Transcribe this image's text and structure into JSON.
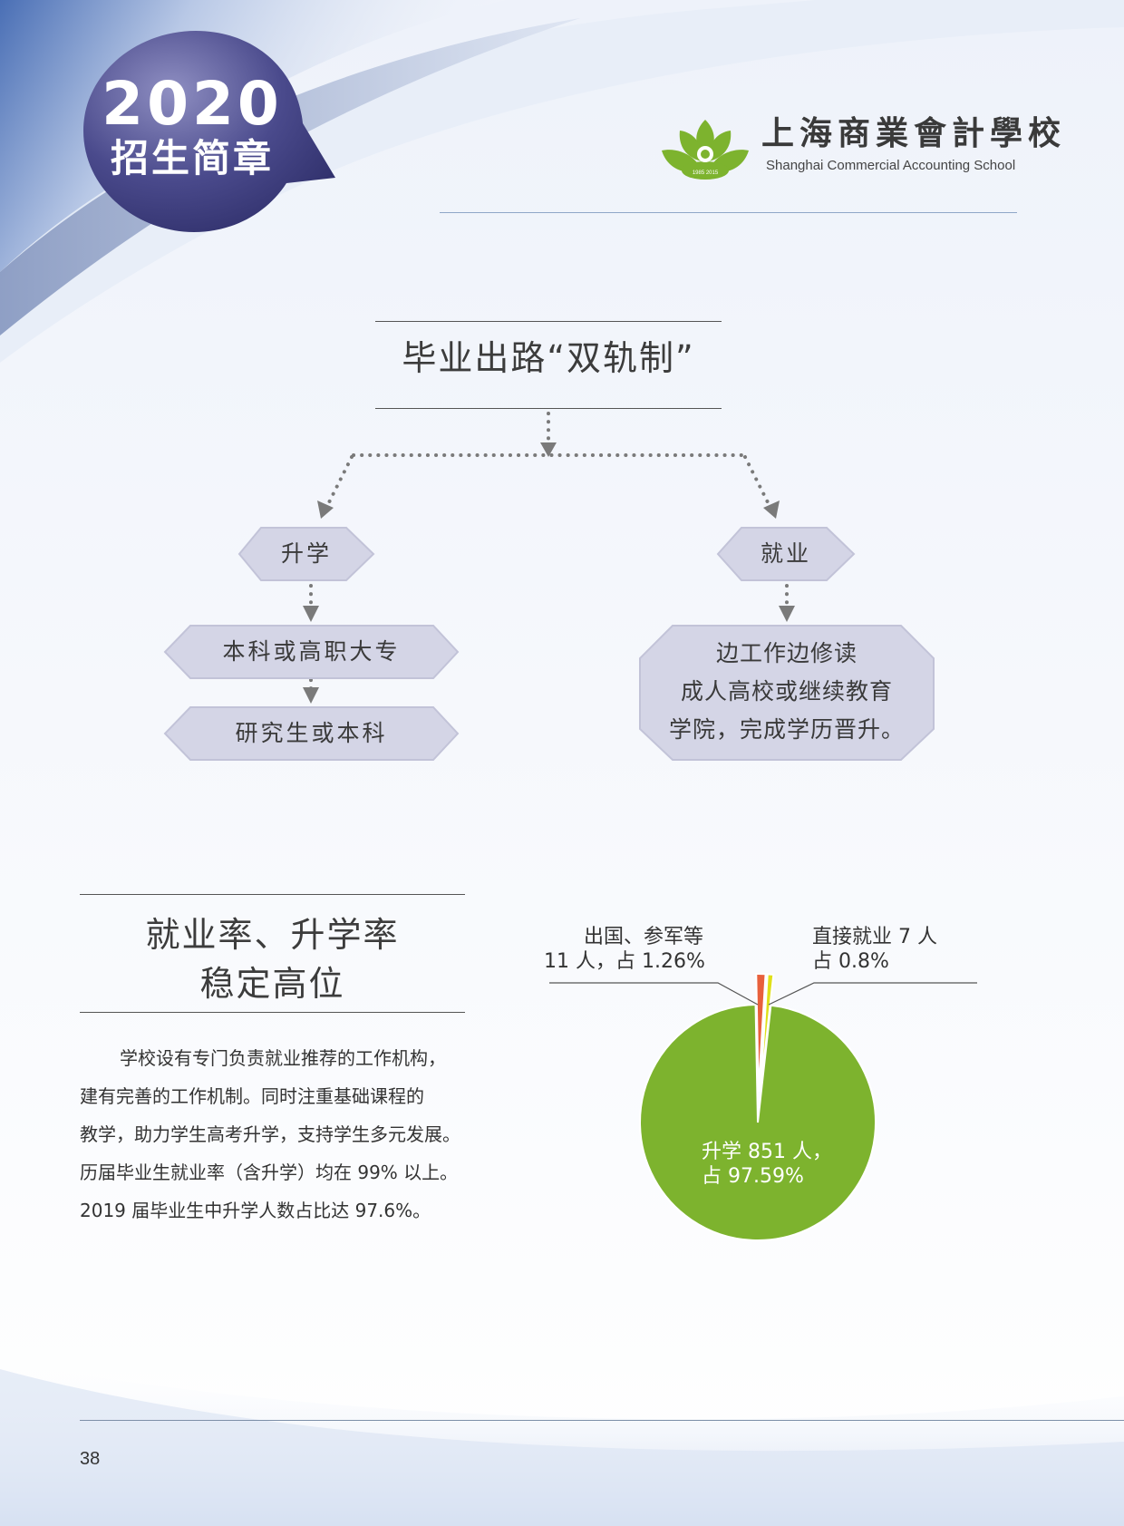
{
  "header": {
    "badge_year": "2020",
    "badge_title": "招生简章",
    "school_name_cn": "上海商業會計學校",
    "school_name_en": "Shanghai Commercial Accounting School",
    "logo_emblem_text": "1985 2015",
    "logo_icon": "lotus-logo-icon"
  },
  "section_paths": {
    "title": "毕业出路“双轨制”",
    "branch_left": "升学",
    "branch_right": "就业",
    "left_steps": [
      "本科或高职大专",
      "研究生或本科"
    ],
    "right_step_lines": [
      "边工作边修读",
      "成人高校或继续教育",
      "学院，完成学历晋升。"
    ]
  },
  "section_rates": {
    "title_lines": [
      "就业率、升学率",
      "稳定高位"
    ],
    "paragraph_lines": [
      "学校设有专门负责就业推荐的工作机构，",
      "建有完善的工作机制。同时注重基础课程的",
      "教学，助力学生高考升学，支持学生多元发展。",
      "历届毕业生就业率（含升学）均在 99% 以上。",
      "2019 届毕业生中升学人数占比达 97.6%。"
    ]
  },
  "chart_data": {
    "type": "pie",
    "slices": [
      {
        "label": "升学",
        "count": 851,
        "percent": 97.59,
        "color": "#7db32e",
        "text_lines": [
          "升学 851 人，",
          "占 97.59%"
        ]
      },
      {
        "label": "出国、参军等",
        "count": 11,
        "percent": 1.26,
        "color": "#e8603c",
        "text_lines": [
          "出国、参军等",
          "11 人，占 1.26%"
        ]
      },
      {
        "label": "直接就业",
        "count": 7,
        "percent": 0.8,
        "color": "#dfe019",
        "text_lines": [
          "直接就业 7 人",
          "占 0.8%"
        ]
      }
    ]
  },
  "footer": {
    "page_number": "38"
  },
  "colors": {
    "node_fill": "#d4d5e6",
    "node_stroke": "#c2c3d8",
    "connector": "#7a7a7a",
    "badge": "#3f3f80"
  }
}
